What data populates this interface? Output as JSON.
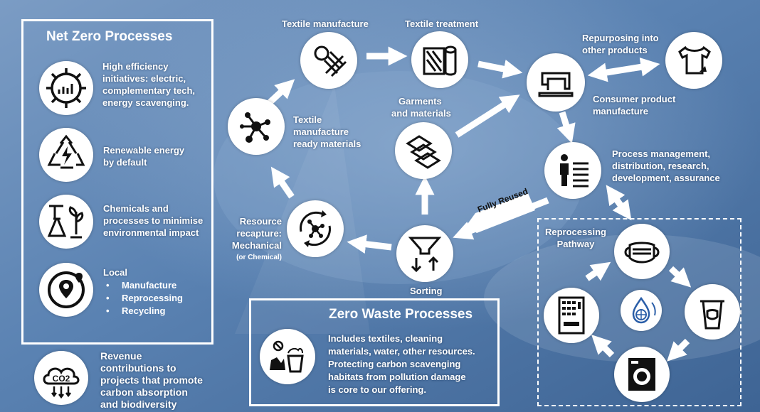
{
  "net_zero": {
    "title": "Net Zero Processes",
    "efficiency": [
      "High efficiency",
      "initiatives: electric,",
      "complementary tech,",
      "energy scavenging."
    ],
    "renewable": [
      "Renewable energy",
      "by default"
    ],
    "chemicals": [
      "Chemicals and",
      "processes to minimise",
      "environmental impact"
    ],
    "local": {
      "heading": "Local",
      "items": [
        "Manufacture",
        "Reprocessing",
        "Recycling"
      ]
    }
  },
  "revenue": [
    "Revenue",
    "contributions to",
    "projects that promote",
    "carbon absorption",
    "and biodiversity"
  ],
  "co2_label": "CO2",
  "flow": {
    "textile_manufacture": "Textile manufacture",
    "textile_treatment": "Textile treatment",
    "repurposing": [
      "Repurposing into",
      "other products"
    ],
    "consumer": [
      "Consumer product",
      "manufacture"
    ],
    "garments": [
      "Garments",
      "and materials"
    ],
    "ready_materials": [
      "Textile",
      "manufacture",
      "ready materials"
    ],
    "process_mgmt": [
      "Process management,",
      "distribution, research,",
      "development, assurance"
    ],
    "resource_recapture": [
      "Resource",
      "recapture:",
      "Mechanical"
    ],
    "or_chemical": "(or Chemical)",
    "sorting": "Sorting",
    "fully_reused": "Fully Reused",
    "reprocessing_pathway": [
      "Reprocessing",
      "Pathway"
    ]
  },
  "zero_waste": {
    "title": "Zero Waste Processes",
    "body": [
      "Includes textiles, cleaning",
      "materials, water, other resources.",
      "Protecting carbon scavenging",
      "habitats from pollution damage",
      "is core to our offering."
    ]
  },
  "colors": {
    "background": "#6a8fba",
    "background_dark": "#3f6391",
    "icon": "#111111",
    "panel": "#ffffff"
  },
  "icons": [
    "gear-chart-icon",
    "recycle-energy-icon",
    "lab-plant-icon",
    "location-icon",
    "co2-cloud-icon",
    "thread-ball-icon",
    "fabric-roll-icon",
    "sewing-machine-icon",
    "tshirt-icon",
    "network-molecule-icon",
    "fabric-swatches-icon",
    "person-document-icon",
    "cycle-molecule-icon",
    "funnel-sorting-icon",
    "face-mask-icon",
    "mask-bin-icon",
    "washing-machine-icon",
    "vending-machine-icon",
    "water-globe-icon",
    "waste-bin-icon"
  ]
}
